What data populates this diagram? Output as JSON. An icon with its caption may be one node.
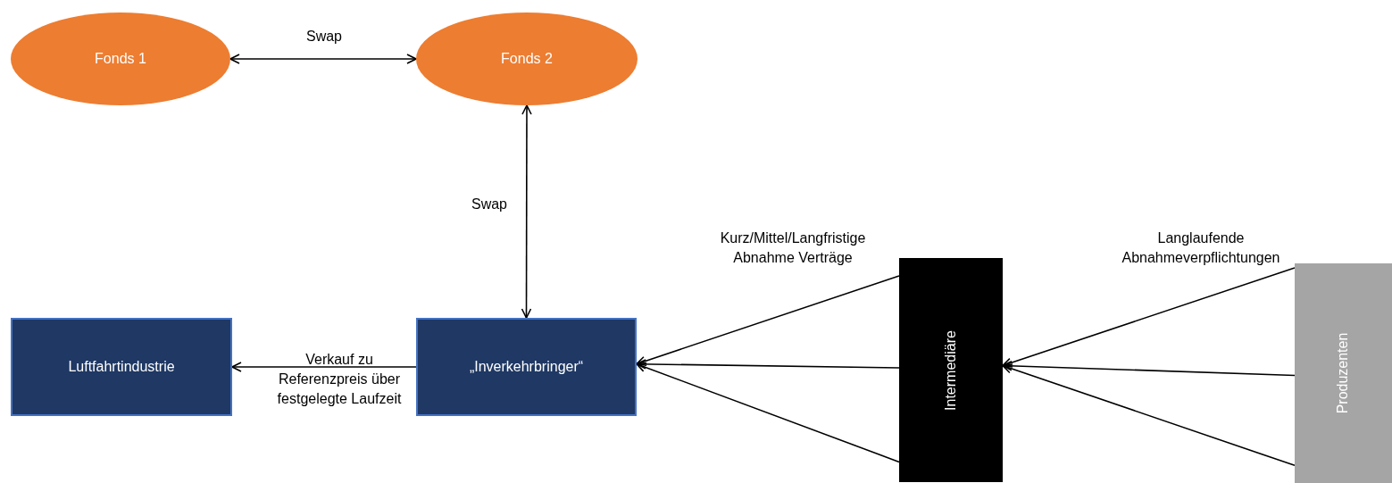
{
  "diagram": {
    "nodes": [
      {
        "text": [
          "Fonds 1"
        ]
      },
      {
        "text": [
          "Fonds 2"
        ]
      },
      {
        "text": [
          "Luftfahrtindustrie"
        ]
      },
      {
        "text": [
          "„Inverkehrbringer“"
        ]
      },
      {
        "text": [
          "Intermediäre"
        ]
      },
      {
        "text": [
          "Produzenten"
        ]
      }
    ],
    "edges": [
      {
        "from": 0,
        "to": 1,
        "arrow": "both",
        "label": "Swap"
      },
      {
        "from": 1,
        "to": 3,
        "arrow": "both",
        "label": "Swap"
      },
      {
        "from": 3,
        "to": 2,
        "arrow": "to",
        "label": "Verkauf zu Referenzpreis über festgelegte Laufzeit"
      },
      {
        "from": 4,
        "to": 3,
        "arrow": "to",
        "label": "Kurz/Mittel/Langfristige Abnahme Verträge"
      },
      {
        "from": 4,
        "to": 3,
        "arrow": "to"
      },
      {
        "from": 4,
        "to": 3,
        "arrow": "to"
      },
      {
        "from": 5,
        "to": 4,
        "arrow": "to",
        "label": "Langlaufende Abnahmeverpflichtungen"
      },
      {
        "from": 5,
        "to": 4,
        "arrow": "to"
      },
      {
        "from": 5,
        "to": 4,
        "arrow": "to"
      }
    ]
  }
}
